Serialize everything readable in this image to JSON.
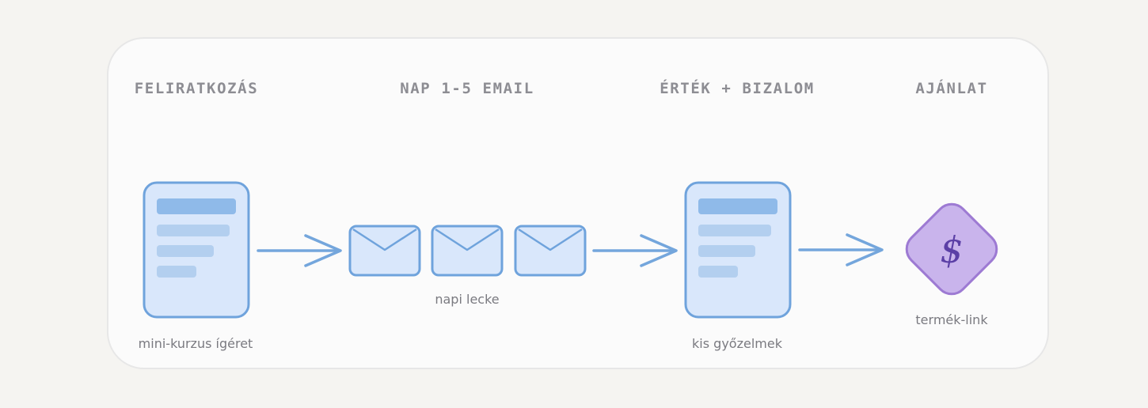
{
  "stages": [
    {
      "title": "FELIRATKOZÁS"
    },
    {
      "title": "NAP 1-5 EMAIL"
    },
    {
      "title": "ÉRTÉK + BIZALOM"
    },
    {
      "title": "AJÁNLAT"
    }
  ],
  "captions": {
    "signup": "mini-kurzus ígéret",
    "emails": "napi lecke",
    "value": "kis győzelmek",
    "offer": "termék-link"
  },
  "offer_symbol": "$",
  "colors": {
    "page_background": "#f5f4f1",
    "panel_background": "#fbfbfb",
    "panel_border": "#e7e7e7",
    "card_fill": "#d9e7fb",
    "card_stroke": "#6fa3dc",
    "card_bar_dark": "#8fbae9",
    "card_bar_light": "#b3cfef",
    "arrow": "#74a6dc",
    "offer_fill": "#c9b4ec",
    "offer_stroke": "#9d7ad3",
    "offer_symbol": "#5b3fa6",
    "title_text": "#8d8d93",
    "caption_text": "#7a7a80"
  },
  "icons": [
    "document-icon",
    "envelope-icon",
    "arrow-right-icon",
    "dollar-diamond-icon"
  ]
}
